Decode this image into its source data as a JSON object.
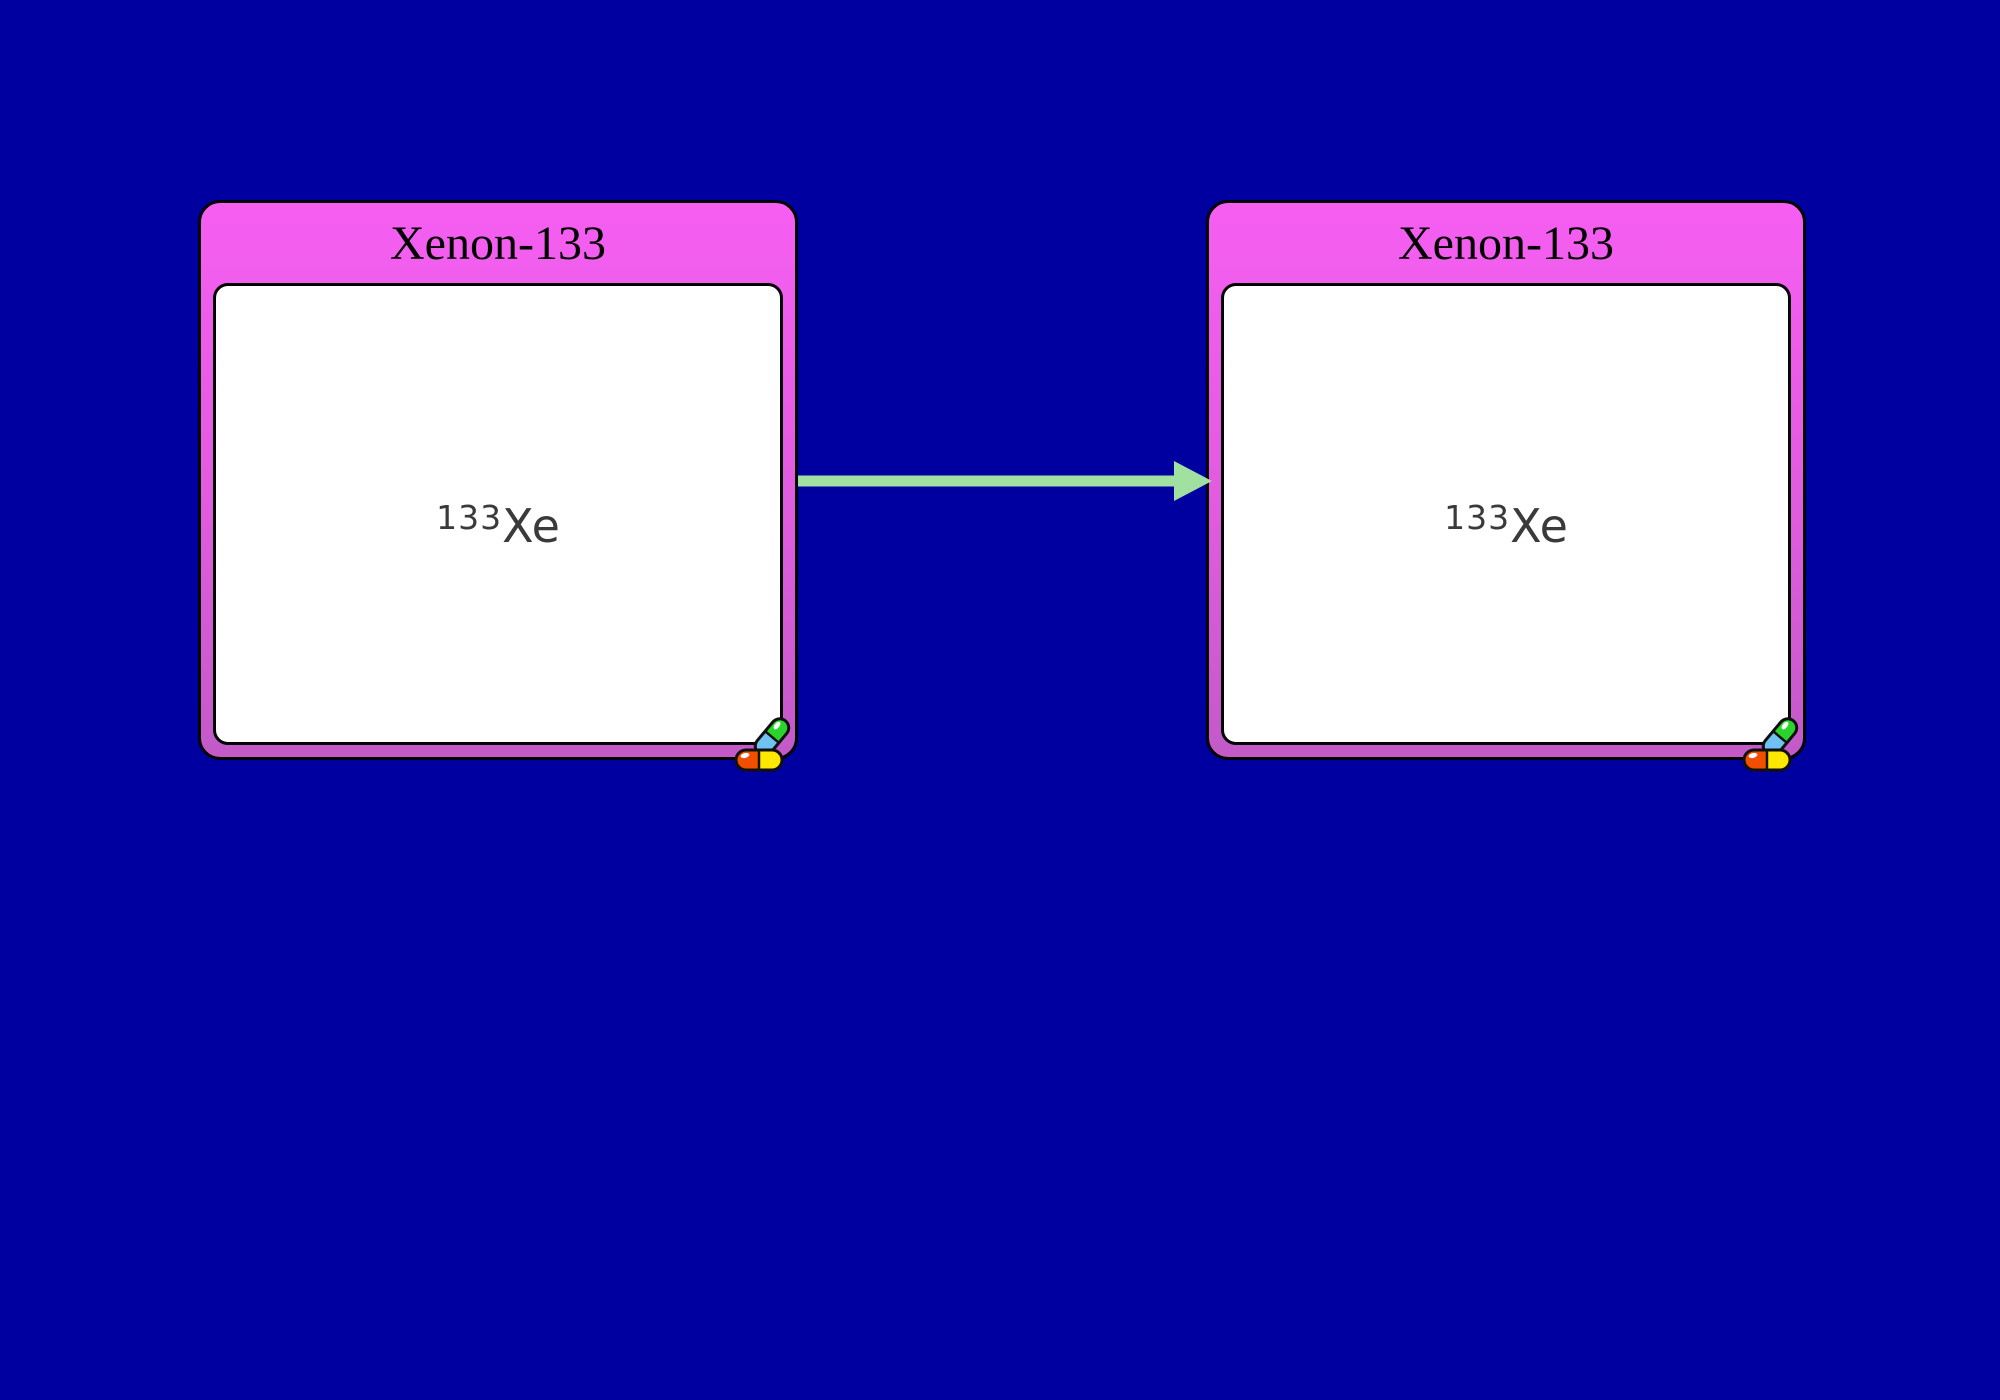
{
  "diagram": {
    "background_color": "#0000A0",
    "nodes": [
      {
        "title": "Xenon-133",
        "isotope": {
          "mass_number": "133",
          "symbol": "Xe"
        },
        "icon": "pills-icon"
      },
      {
        "title": "Xenon-133",
        "isotope": {
          "mass_number": "133",
          "symbol": "Xe"
        },
        "icon": "pills-icon"
      }
    ],
    "arrow": {
      "direction": "right",
      "color": "#A0E0A0"
    },
    "colors": {
      "node_header_top": "#F65EF2",
      "node_frame_bottom": "#C35AC8",
      "node_body": "#FFFFFF",
      "node_border": "#000000",
      "title_text": "#000000",
      "isotope_text": "#3A3A3A",
      "pill_green": "#2BD42B",
      "pill_blue": "#6FC2F2",
      "pill_orange": "#F34E00",
      "pill_yellow": "#FFE800"
    }
  }
}
